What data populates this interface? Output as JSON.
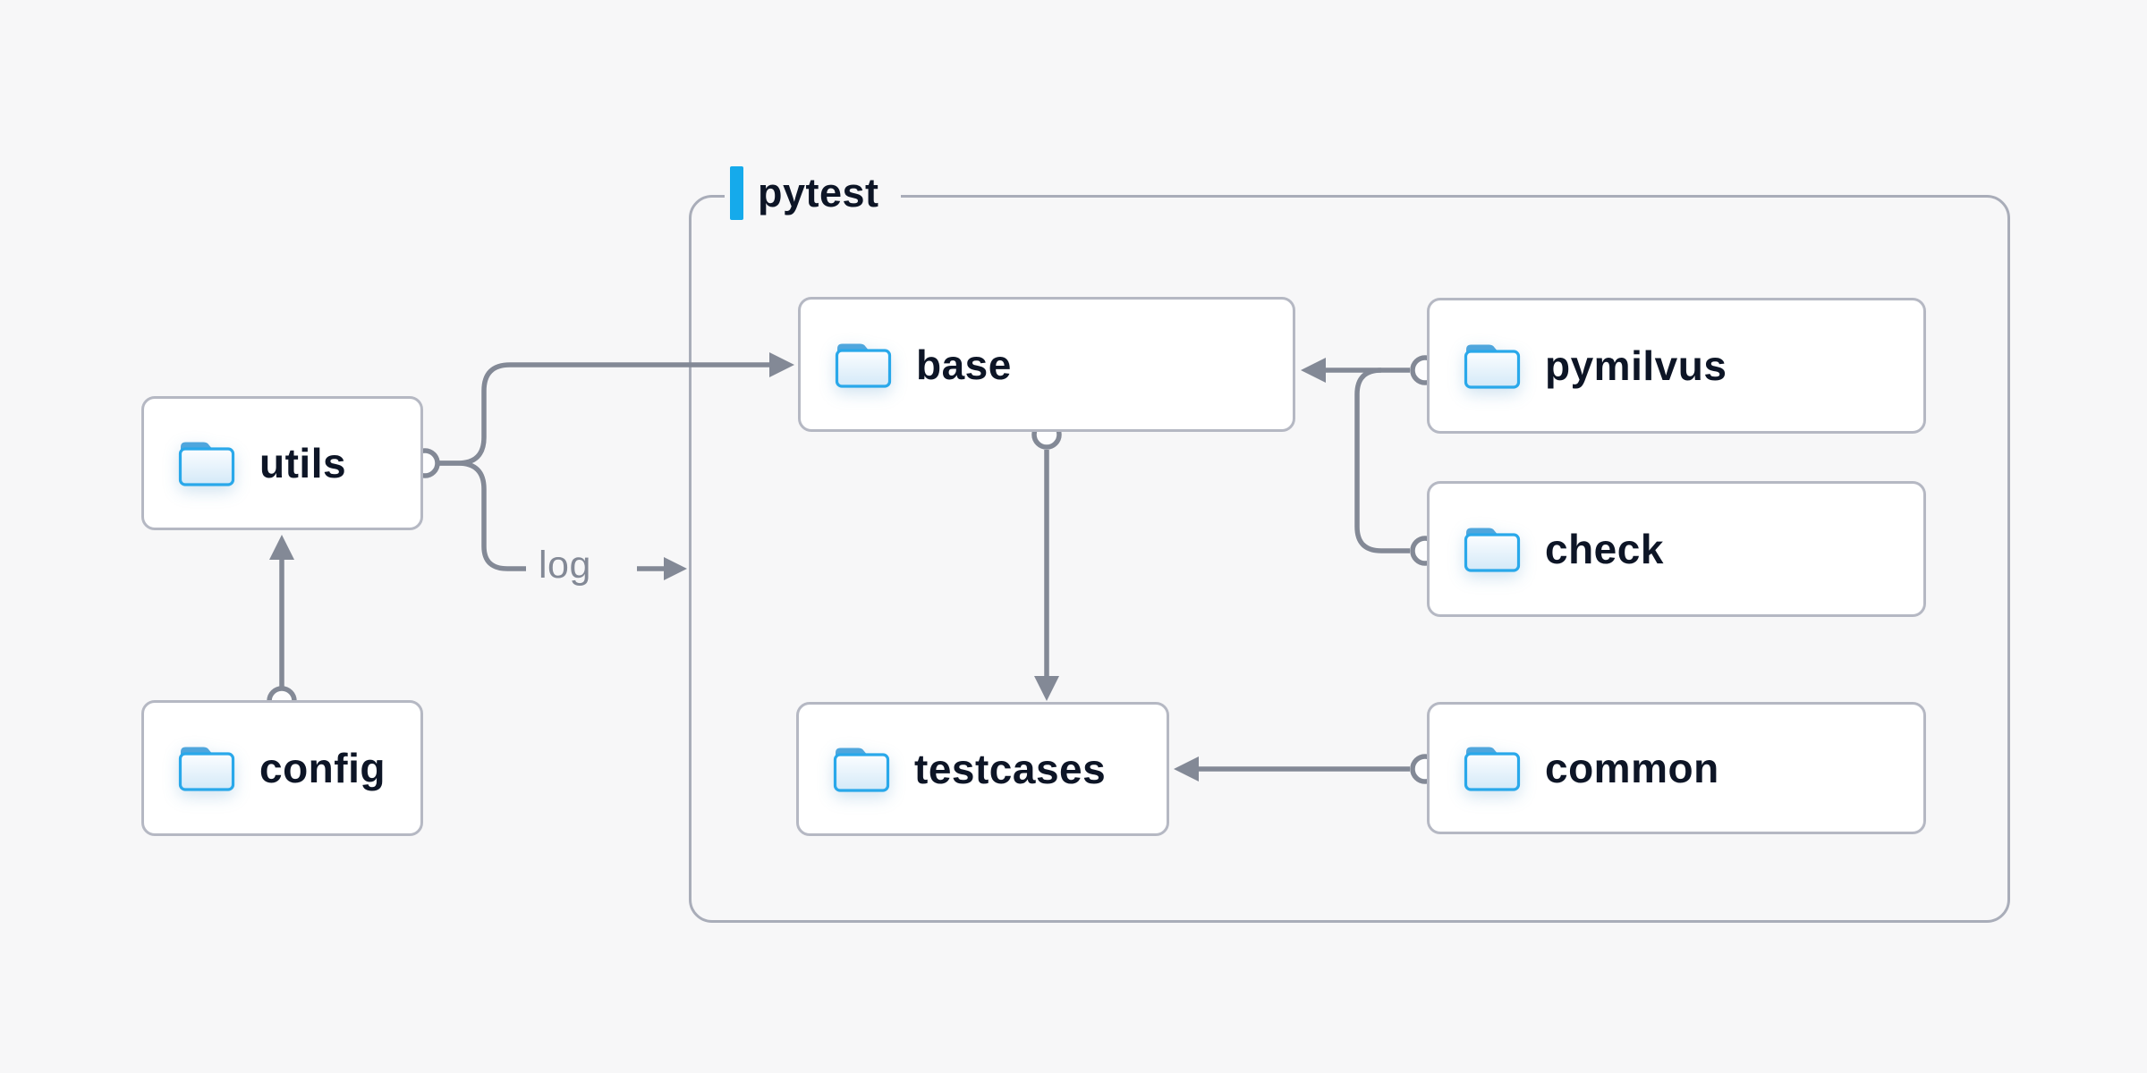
{
  "diagram": {
    "group": {
      "label": "pytest",
      "accent_color": "#15AAEB"
    },
    "nodes": [
      {
        "id": "utils",
        "label": "utils",
        "icon": "folder-icon"
      },
      {
        "id": "config",
        "label": "config",
        "icon": "folder-icon"
      },
      {
        "id": "base",
        "label": "base",
        "icon": "folder-icon"
      },
      {
        "id": "pymilvus",
        "label": "pymilvus",
        "icon": "folder-icon"
      },
      {
        "id": "check",
        "label": "check",
        "icon": "folder-icon"
      },
      {
        "id": "testcases",
        "label": "testcases",
        "icon": "folder-icon"
      },
      {
        "id": "common",
        "label": "common",
        "icon": "folder-icon"
      }
    ],
    "edge_label": "log",
    "edges": [
      {
        "from": "config",
        "to": "utils"
      },
      {
        "from": "utils",
        "to": "base"
      },
      {
        "from": "utils",
        "to": "log"
      },
      {
        "from": "pymilvus",
        "to": "base"
      },
      {
        "from": "check",
        "to": "base"
      },
      {
        "from": "base",
        "to": "testcases"
      },
      {
        "from": "common",
        "to": "testcases"
      }
    ],
    "colors": {
      "background": "#F7F7F8",
      "node_background": "#FFFFFF",
      "node_border": "#B5B8C3",
      "group_border": "#A9ADB9",
      "connector": "#838996",
      "node_text": "#0D1526",
      "edge_label_text": "#838996",
      "accent_blue": "#15AAEB",
      "folder_stroke": "#29A8EA",
      "folder_tab": "#4FA6DD"
    }
  }
}
